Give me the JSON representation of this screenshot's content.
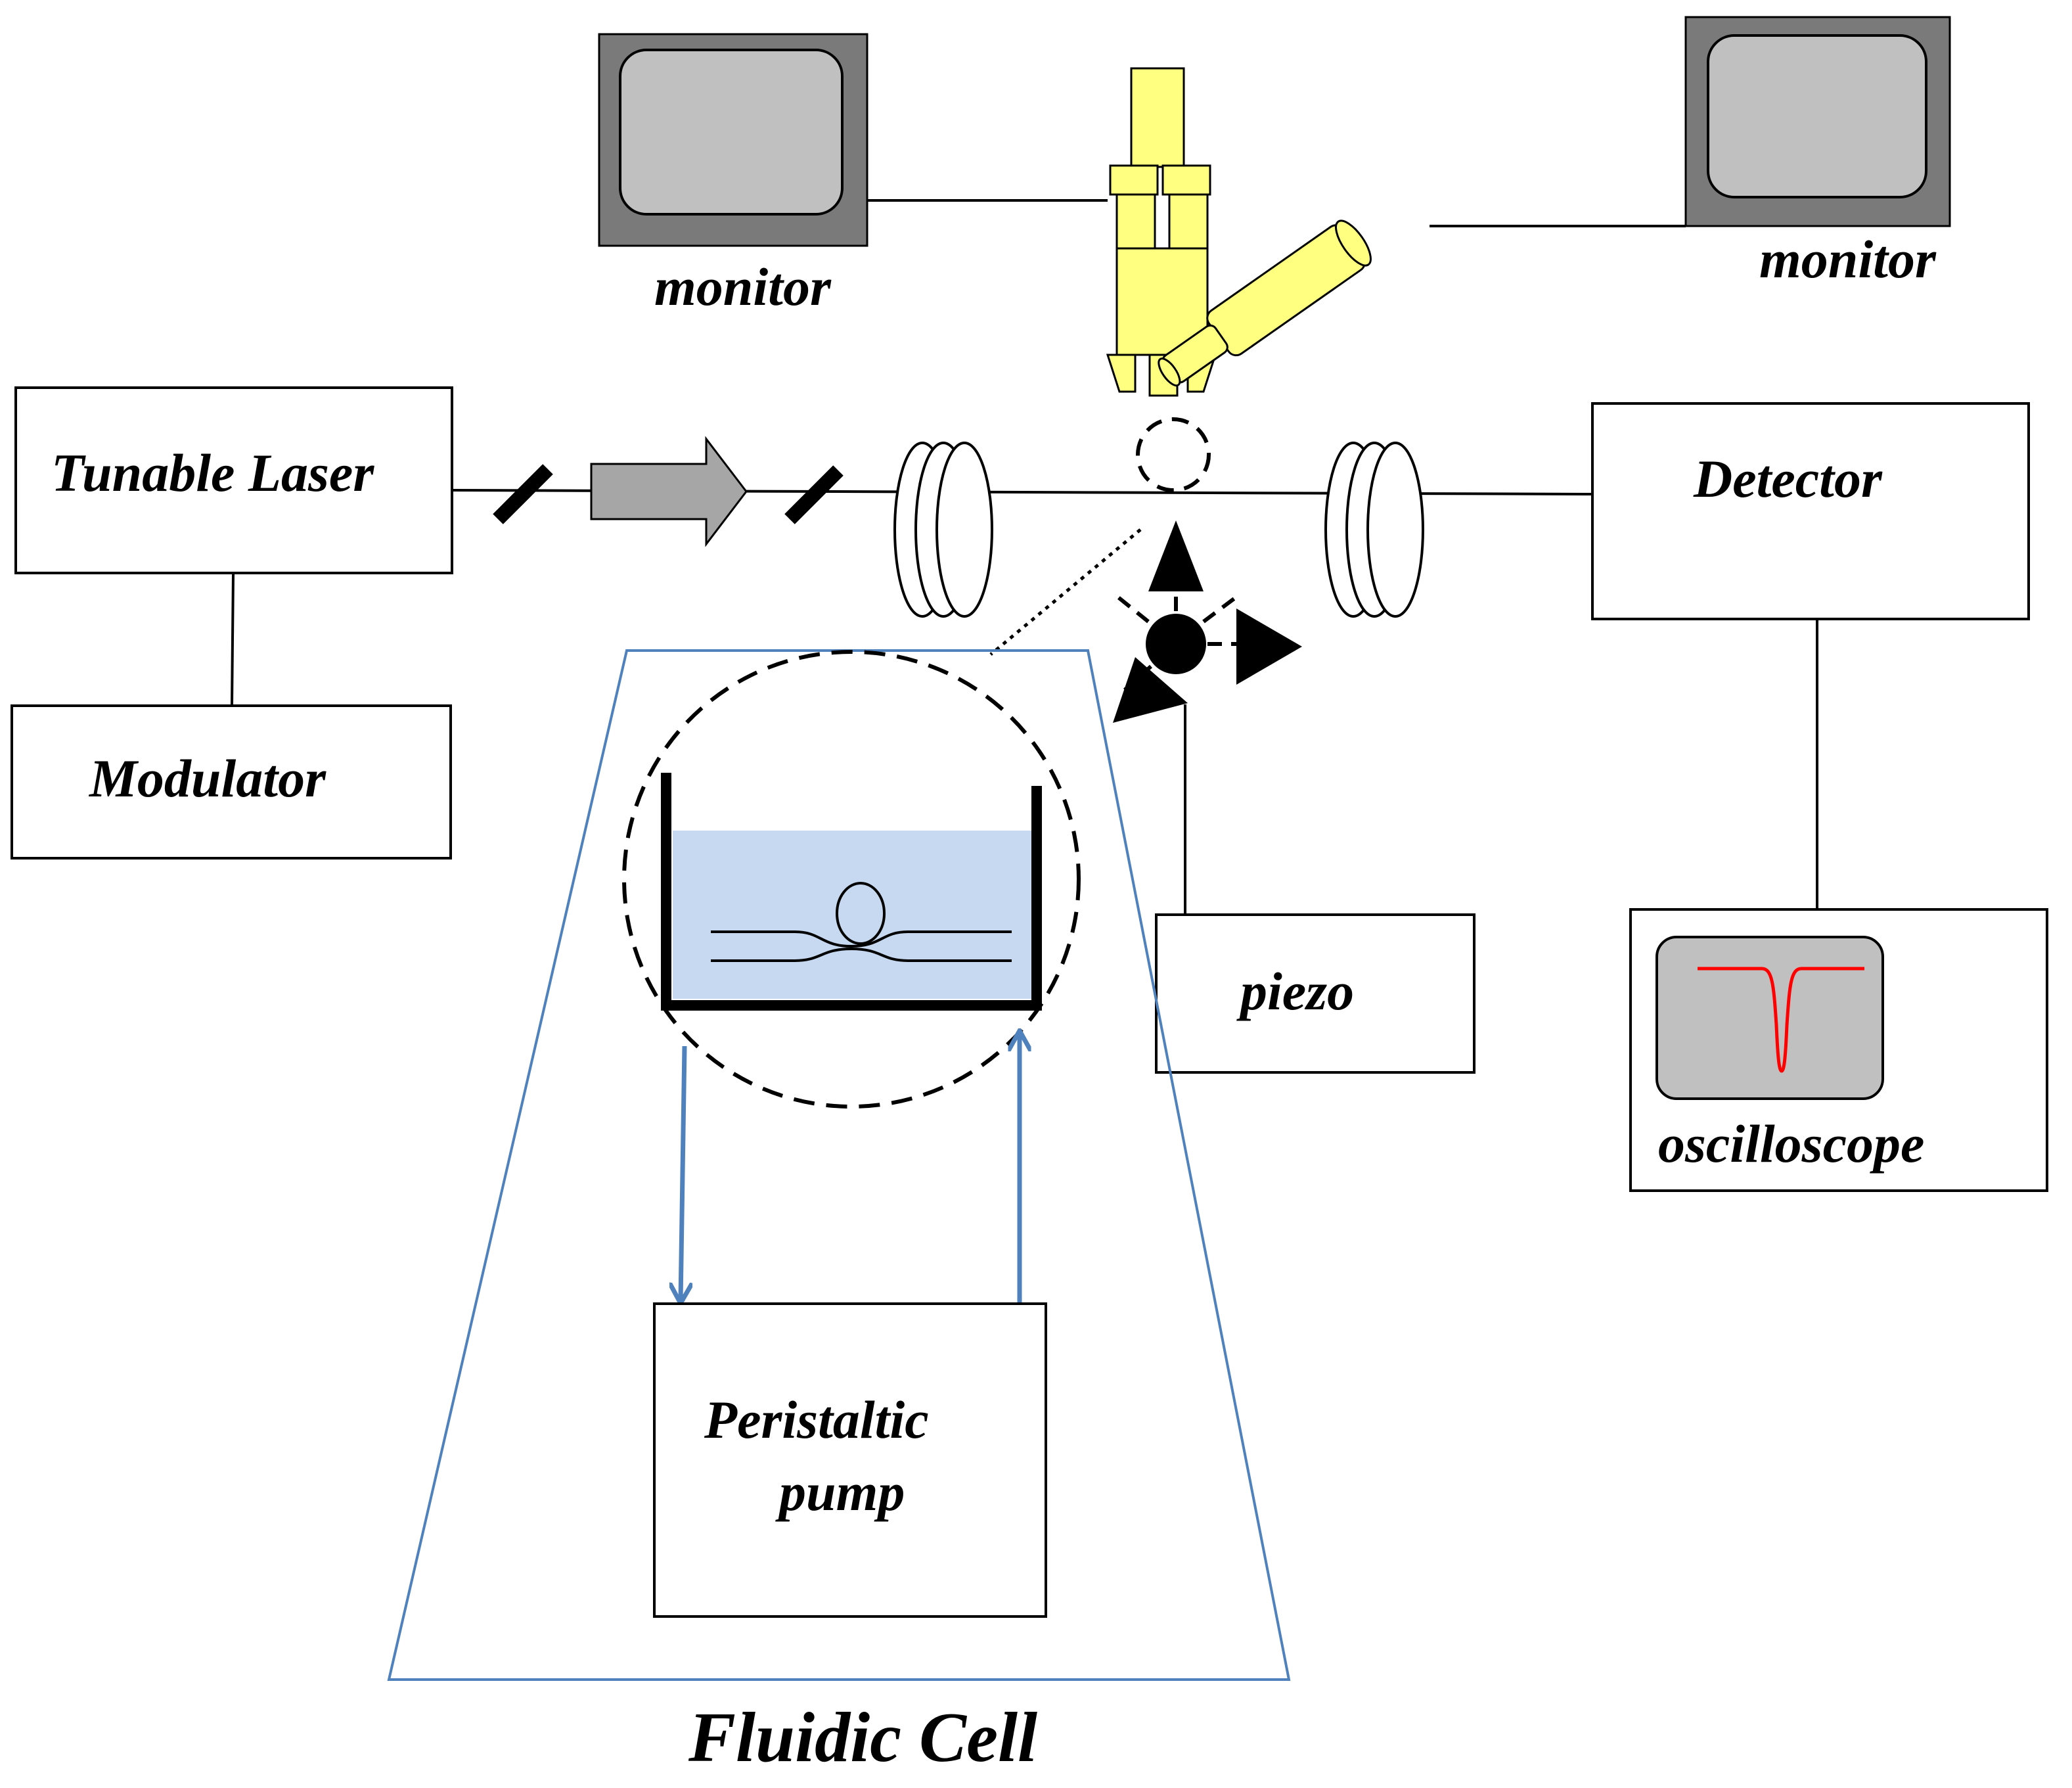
{
  "labels": {
    "tunable_laser": "Tunable Laser",
    "modulator": "Modulator",
    "detector": "Detector",
    "oscilloscope": "oscilloscope",
    "piezo": "piezo",
    "monitor_left": "monitor",
    "monitor_right": "monitor",
    "pump_line1": "Peristaltic",
    "pump_line2": "pump",
    "fluidic_cell": "Fluidic Cell"
  },
  "colors": {
    "line": "#000000",
    "monitor_frame": "#7a7a7a",
    "monitor_screen": "#c0c0c0",
    "camera": "#ffff80",
    "isolator": "#a6a6a6",
    "fluid": "#c6d9f1",
    "fluidic_outline": "#4f81bd",
    "trace": "#ff0000"
  }
}
